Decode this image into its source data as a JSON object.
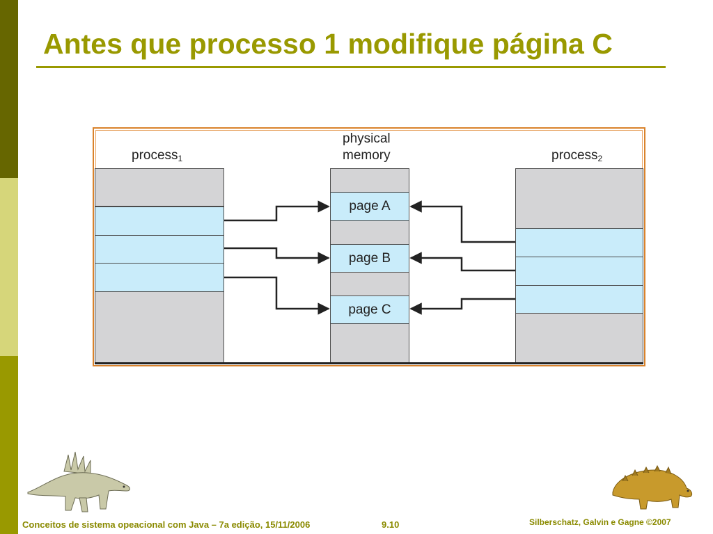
{
  "slide": {
    "title": "Antes que processo 1 modifique página C"
  },
  "diagram": {
    "process1_label": "process",
    "process1_sub": "1",
    "physical_memory_line1": "physical",
    "physical_memory_line2": "memory",
    "process2_label": "process",
    "process2_sub": "2",
    "pages": [
      "page A",
      "page B",
      "page C"
    ]
  },
  "footer": {
    "left": "Conceitos de sistema opeacional com Java – 7a edição, 15/11/2006",
    "page_number": "9.10",
    "right": "Silberschatz, Galvin e Gagne ©2007"
  },
  "colors": {
    "accent": "#999900",
    "frame": "#d9822b",
    "page_fill": "#c9ecfa",
    "empty_fill": "#d4d4d6"
  }
}
